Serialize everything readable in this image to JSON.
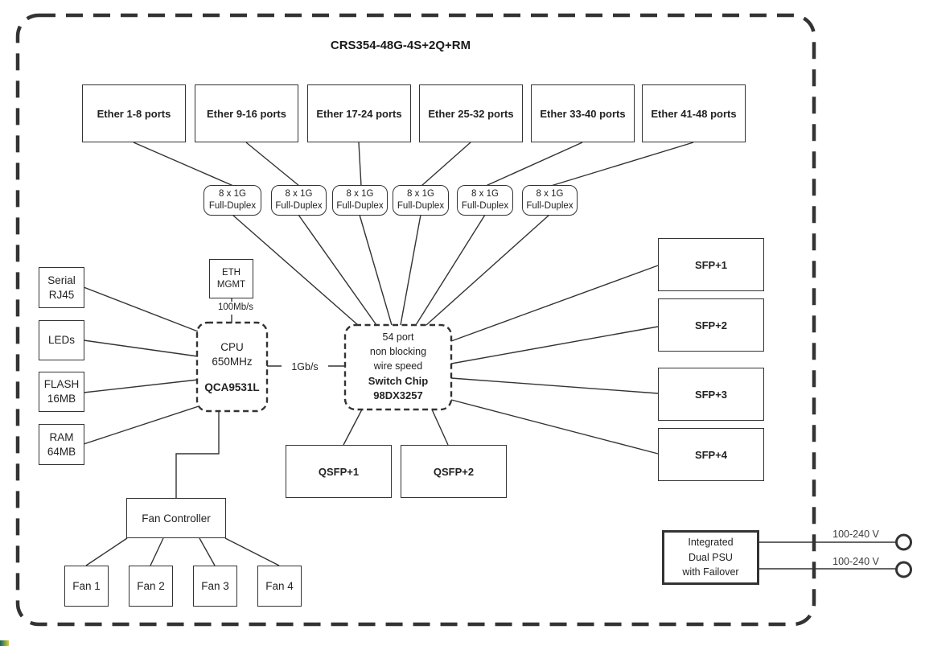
{
  "title": "CRS354-48G-4S+2Q+RM",
  "ether_port_groups": [
    {
      "label": "Ether 1-8 ports"
    },
    {
      "label": "Ether 9-16 ports"
    },
    {
      "label": "Ether 17-24 ports"
    },
    {
      "label": "Ether 25-32 ports"
    },
    {
      "label": "Ether 33-40 ports"
    },
    {
      "label": "Ether 41-48 ports"
    }
  ],
  "lane_groups": [
    {
      "label": "8 x 1G\nFull-Duplex"
    },
    {
      "label": "8 x 1G\nFull-Duplex"
    },
    {
      "label": "8 x 1G\nFull-Duplex"
    },
    {
      "label": "8 x 1G\nFull-Duplex"
    },
    {
      "label": "8 x 1G\nFull-Duplex"
    },
    {
      "label": "8 x 1G\nFull-Duplex"
    }
  ],
  "peripherals": {
    "serial": {
      "label": "Serial\nRJ45"
    },
    "leds": {
      "label": "LEDs"
    },
    "flash": {
      "label": "FLASH\n16MB"
    },
    "ram": {
      "label": "RAM\n64MB"
    }
  },
  "mgmt_port": {
    "label": "ETH\nMGMT",
    "link_speed": "100Mb/s"
  },
  "cpu": {
    "desc": "CPU\n650MHz",
    "chip": "QCA9531L",
    "switch_link_speed": "1Gb/s"
  },
  "switch_chip": {
    "desc": "54 port\nnon blocking\nwire speed",
    "chip": "Switch Chip\n98DX3257"
  },
  "qsfp_ports": [
    {
      "label": "QSFP+1"
    },
    {
      "label": "QSFP+2"
    }
  ],
  "sfp_ports": [
    {
      "label": "SFP+1"
    },
    {
      "label": "SFP+2"
    },
    {
      "label": "SFP+3"
    },
    {
      "label": "SFP+4"
    }
  ],
  "fan_system": {
    "controller_label": "Fan Controller",
    "fans": [
      {
        "label": "Fan 1"
      },
      {
        "label": "Fan 2"
      },
      {
        "label": "Fan 3"
      },
      {
        "label": "Fan 4"
      }
    ]
  },
  "psu": {
    "label": "Integrated\nDual PSU\nwith Failover",
    "ac_inputs": [
      {
        "label": "100-240 V"
      },
      {
        "label": "100-240 V"
      }
    ]
  },
  "colors": {
    "line": "#333333",
    "text": "#222222",
    "voltage_text": "#3a3a3a",
    "background": "#ffffff",
    "artifact_teal": "#18605e",
    "artifact_yellow": "#d8c94b"
  }
}
